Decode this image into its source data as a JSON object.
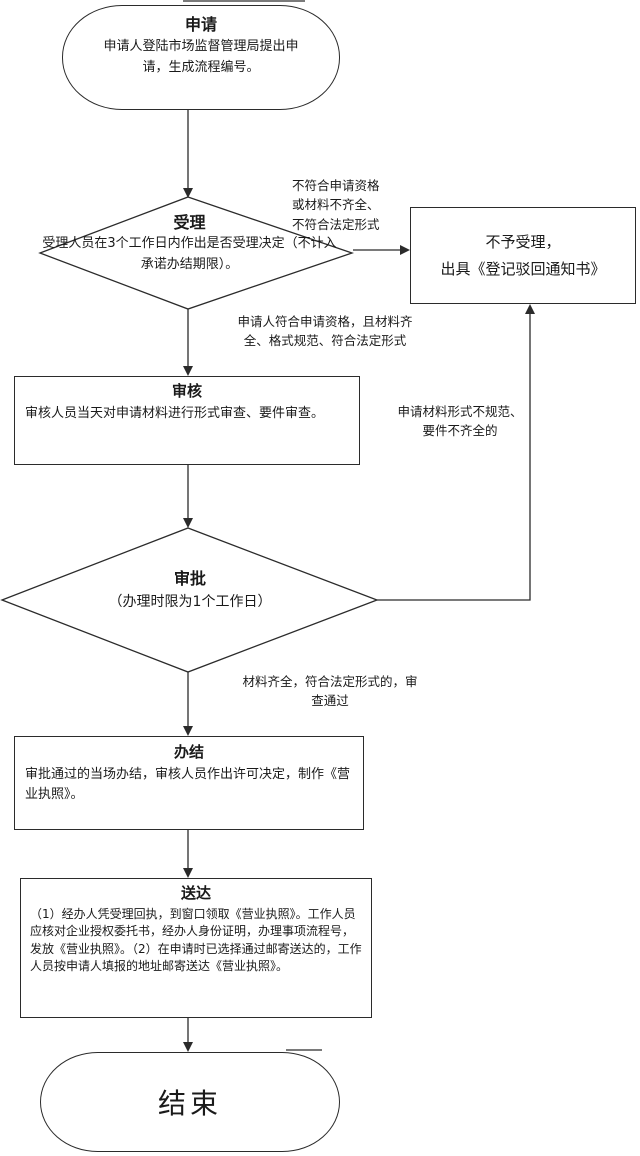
{
  "flowchart": {
    "nodes": {
      "start": {
        "title": "申请",
        "body": "申请人登陆市场监督管理局提出申请，生成流程编号。"
      },
      "accept": {
        "title": "受理",
        "body": "受理人员在3个工作日内作出是否受理决定（不计入承诺办结期限）。"
      },
      "reject": {
        "body": "不予受理，\n出具《登记驳回通知书》"
      },
      "review": {
        "title": "审核",
        "body": "审核人员当天对申请材料进行形式审查、要件审查。"
      },
      "approve": {
        "title": "审批",
        "body": "（办理时限为1个工作日）"
      },
      "done": {
        "title": "办结",
        "body": "审批通过的当场办结，审核人员作出许可决定，制作《营业执照》。"
      },
      "delivery": {
        "title": "送达",
        "body": "（1）经办人凭受理回执，到窗口领取《营业执照》。工作人员应核对企业授权委托书，经办人身份证明，办理事项流程号，发放《营业执照》。（2）在申请时已选择通过邮寄送达的，工作人员按申请人填报的地址邮寄送达《营业执照》。"
      },
      "end": {
        "title": "结束"
      }
    },
    "edge_labels": {
      "accept_to_reject": "不符合申请资格\n或材料不齐全、\n不符合法定形式",
      "accept_to_review": "申请人符合申请资格，且材料齐\n全、格式规范、符合法定形式",
      "approve_to_reject": "申请材料形式不规范、\n要件不齐全的",
      "approve_to_done": "材料齐全，符合法定形式的，审\n查通过"
    },
    "colors": {
      "stroke": "#2b2b2b",
      "fill": "#ffffff"
    }
  }
}
